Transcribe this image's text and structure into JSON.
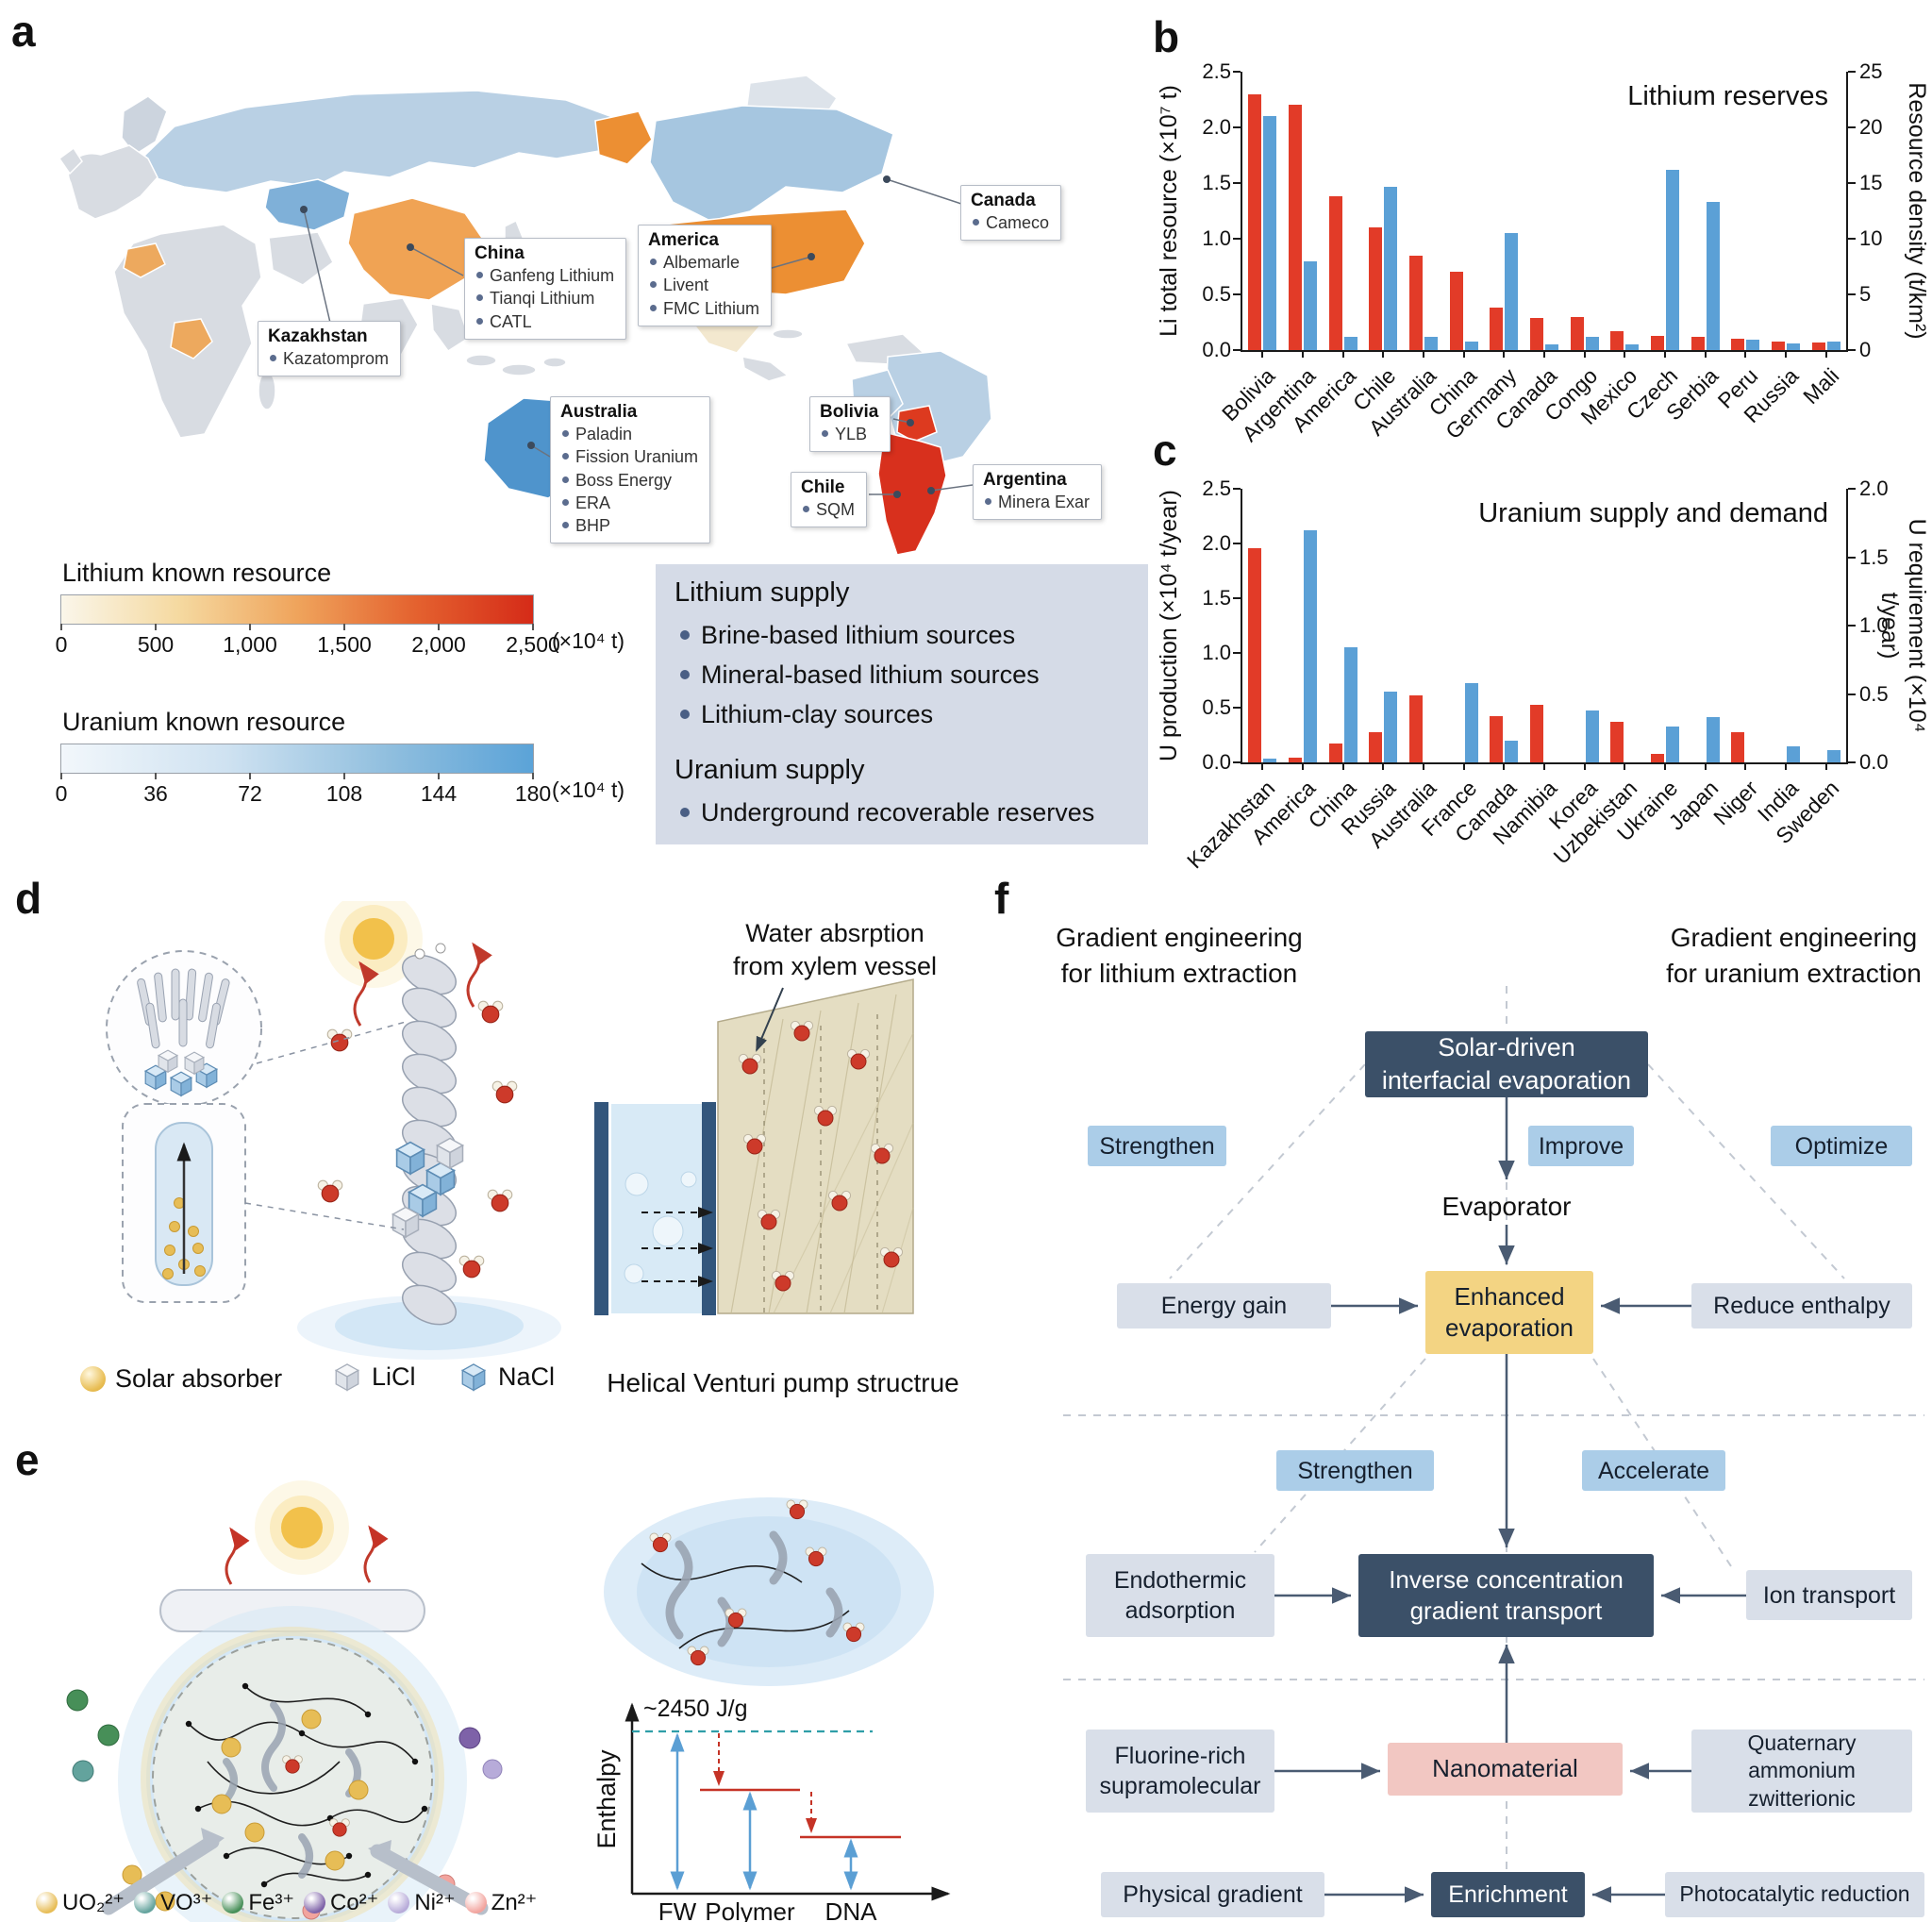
{
  "figure": {
    "panel_labels": {
      "a": "a",
      "b": "b",
      "c": "c",
      "d": "d",
      "e": "e",
      "f": "f"
    }
  },
  "map": {
    "callouts": [
      {
        "title": "Kazakhstan",
        "items": [
          "Kazatomprom"
        ]
      },
      {
        "title": "China",
        "items": [
          "Ganfeng Lithium",
          "Tianqi Lithium",
          "CATL"
        ]
      },
      {
        "title": "America",
        "items": [
          "Albemarle",
          "Livent",
          "FMC Lithium"
        ]
      },
      {
        "title": "Canada",
        "items": [
          "Cameco"
        ]
      },
      {
        "title": "Australia",
        "items": [
          "Paladin",
          "Fission Uranium",
          "Boss Energy",
          "ERA",
          "BHP"
        ]
      },
      {
        "title": "Bolivia",
        "items": [
          "YLB"
        ]
      },
      {
        "title": "Chile",
        "items": [
          "SQM"
        ]
      },
      {
        "title": "Argentina",
        "items": [
          "Minera Exar"
        ]
      }
    ],
    "lithium_scale": {
      "title": "Lithium known resource",
      "ticks": [
        "0",
        "500",
        "1,000",
        "1,500",
        "2,000",
        "2,500"
      ],
      "unit": "(×10⁴ t)"
    },
    "uranium_scale": {
      "title": "Uranium known resource",
      "ticks": [
        "0",
        "36",
        "72",
        "108",
        "144",
        "180"
      ],
      "unit": "(×10⁴ t)"
    },
    "lithium_supply": {
      "title": "Lithium supply",
      "items": [
        "Brine-based lithium sources",
        "Mineral-based lithium sources",
        "Lithium-clay sources"
      ]
    },
    "uranium_supply": {
      "title": "Uranium supply",
      "items": [
        "Underground recoverable reserves"
      ]
    }
  },
  "chart_data": [
    {
      "id": "b",
      "type": "bar",
      "title": "Lithium reserves",
      "grid": false,
      "legend_position": "none",
      "categories": [
        "Bolivia",
        "Argentina",
        "America",
        "Chile",
        "Australia",
        "China",
        "Germany",
        "Canada",
        "Congo",
        "Mexico",
        "Czech",
        "Serbia",
        "Peru",
        "Russia",
        "Mali"
      ],
      "series": [
        {
          "name": "Li total resource",
          "axis": "left",
          "color": "#e23b28",
          "values": [
            2.3,
            2.2,
            1.38,
            1.1,
            0.85,
            0.7,
            0.38,
            0.29,
            0.3,
            0.17,
            0.13,
            0.12,
            0.1,
            0.08,
            0.07
          ]
        },
        {
          "name": "Resource density",
          "axis": "right",
          "color": "#5ba0d6",
          "values": [
            21,
            8,
            1.2,
            14.7,
            1.2,
            0.8,
            10.5,
            0.5,
            1.2,
            0.5,
            16.2,
            13.3,
            0.9,
            0.6,
            0.8
          ]
        }
      ],
      "left_axis": {
        "label": "Li total resource (×10⁷ t)",
        "ticks": [
          "0.0",
          "0.5",
          "1.0",
          "1.5",
          "2.0",
          "2.5"
        ],
        "max": 2.5
      },
      "right_axis": {
        "label": "Resource density (t/km²)",
        "ticks": [
          "0",
          "5",
          "10",
          "15",
          "20",
          "25"
        ],
        "max": 25
      }
    },
    {
      "id": "c",
      "type": "bar",
      "title": "Uranium supply and demand",
      "grid": false,
      "legend_position": "none",
      "categories": [
        "Kazakhstan",
        "America",
        "China",
        "Russia",
        "Australia",
        "France",
        "Canada",
        "Namibia",
        "Korea",
        "Uzbekistan",
        "Ukraine",
        "Japan",
        "Niger",
        "India",
        "Sweden"
      ],
      "series": [
        {
          "name": "U production",
          "axis": "left",
          "color": "#e23b28",
          "values": [
            1.96,
            0.04,
            0.17,
            0.28,
            0.61,
            0,
            0.42,
            0.53,
            0,
            0.37,
            0.08,
            0,
            0.28,
            0,
            0
          ]
        },
        {
          "name": "U requirement",
          "axis": "right",
          "color": "#5ba0d6",
          "values": [
            0.03,
            1.7,
            0.84,
            0.52,
            0,
            0.58,
            0.16,
            0,
            0.38,
            0,
            0.26,
            0.33,
            0,
            0.12,
            0.09
          ]
        }
      ],
      "left_axis": {
        "label": "U production (×10⁴ t/year)",
        "ticks": [
          "0.0",
          "0.5",
          "1.0",
          "1.5",
          "2.0",
          "2.5"
        ],
        "max": 2.5
      },
      "right_axis": {
        "label": "U requirement  (×10⁴ t/year)",
        "ticks": [
          "0.0",
          "0.5",
          "1.0",
          "1.5",
          "2.0"
        ],
        "max": 2.0
      }
    }
  ],
  "panel_d": {
    "xylem_caption": "Water absrption\nfrom xylem vessel",
    "helical_caption": "Helical Venturi pump structrue",
    "legend": [
      {
        "label": "Solar absorber"
      },
      {
        "label": "LiCl"
      },
      {
        "label": "NaCl"
      }
    ]
  },
  "panel_e": {
    "enthalpy_label": "Enthalpy",
    "enthalpy_value": "~2450 J/g",
    "x_categories": [
      "FW",
      "Polymer",
      "DNA"
    ],
    "ions": [
      {
        "label": "UO₂²⁺",
        "color": "#e7bd56"
      },
      {
        "label": "VO³⁺",
        "color": "#63a39d"
      },
      {
        "label": "Fe³⁺",
        "color": "#478f58"
      },
      {
        "label": "Co²⁺",
        "color": "#7e62a8"
      },
      {
        "label": "Ni²⁺",
        "color": "#b7abd9"
      },
      {
        "label": "Zn²⁺",
        "color": "#f2a49e"
      }
    ]
  },
  "flow": {
    "header_left": "Gradient engineering\nfor lithium extraction",
    "header_right": "Gradient engineering\nfor uranium extraction",
    "solar": "Solar-driven\ninterfacial evaporation",
    "strengthen1": "Strengthen",
    "improve": "Improve",
    "optimize": "Optimize",
    "evaporator": "Evaporator",
    "energy_gain": "Energy gain",
    "enhanced": "Enhanced\nevaporation",
    "reduce_enthalpy": "Reduce enthalpy",
    "strengthen2": "Strengthen",
    "accelerate": "Accelerate",
    "endothermic": "Endothermic\nadsorption",
    "inverse": "Inverse concentration\ngradient transport",
    "ion_transport": "Ion transport",
    "fluorine": "Fluorine-rich\nsupramolecular",
    "nanomaterial": "Nanomaterial",
    "quaternary": "Quaternary\nammonium zwitterionic",
    "physical": "Physical gradient",
    "enrichment": "Enrichment",
    "photocatalytic": "Photocatalytic reduction"
  }
}
